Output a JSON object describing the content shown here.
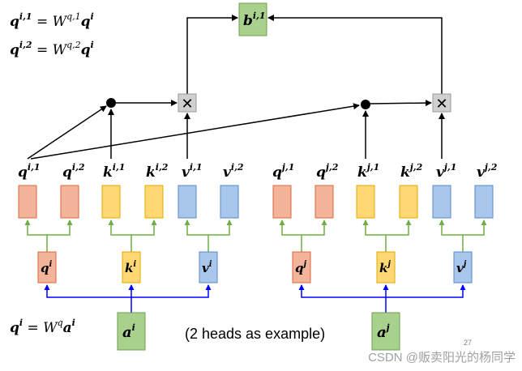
{
  "equations": {
    "eq1_lhs": "q",
    "eq1_lhs_sup": "i,1",
    "eq1_mid": " = W",
    "eq1_mid_sup": "q,1",
    "eq1_rhs": "q",
    "eq1_rhs_sup": "i",
    "eq2_lhs": "q",
    "eq2_lhs_sup": "i,2",
    "eq2_mid": " = W",
    "eq2_mid_sup": "q,2",
    "eq2_rhs": "q",
    "eq2_rhs_sup": "i",
    "eq3_lhs": "q",
    "eq3_lhs_sup": "i",
    "eq3_mid": " = W",
    "eq3_mid_sup": "q",
    "eq3_rhs": "a",
    "eq3_rhs_sup": "i"
  },
  "output": {
    "base": "b",
    "sup": "i,1"
  },
  "heads_i": [
    {
      "base": "q",
      "sup": "i,1"
    },
    {
      "base": "q",
      "sup": "i,2"
    },
    {
      "base": "k",
      "sup": "i,1"
    },
    {
      "base": "k",
      "sup": "i,2"
    },
    {
      "base": "v",
      "sup": "i,1"
    },
    {
      "base": "v",
      "sup": "i,2"
    }
  ],
  "heads_j": [
    {
      "base": "q",
      "sup": "j,1"
    },
    {
      "base": "q",
      "sup": "j,2"
    },
    {
      "base": "k",
      "sup": "j,1"
    },
    {
      "base": "k",
      "sup": "j,2"
    },
    {
      "base": "v",
      "sup": "j,1"
    },
    {
      "base": "v",
      "sup": "j,2"
    }
  ],
  "mid_i": [
    {
      "base": "q",
      "sup": "i"
    },
    {
      "base": "k",
      "sup": "i"
    },
    {
      "base": "v",
      "sup": "i"
    }
  ],
  "mid_j": [
    {
      "base": "q",
      "sup": "j"
    },
    {
      "base": "k",
      "sup": "j"
    },
    {
      "base": "v",
      "sup": "j"
    }
  ],
  "inputs": [
    {
      "base": "a",
      "sup": "i"
    },
    {
      "base": "a",
      "sup": "j"
    }
  ],
  "multiply_symbol": "✕",
  "caption": "(2 heads as example)",
  "slide_number": "27",
  "watermark": "CSDN @贩卖阳光的杨同学",
  "colors": {
    "q_fill": "#f4b49a",
    "q_stroke": "#d9693f",
    "k_fill": "#ffd874",
    "k_stroke": "#e0a800",
    "v_fill": "#a9c6ec",
    "v_stroke": "#5a89c7",
    "a_fill": "#a9d18e",
    "a_stroke": "#6f9e4f",
    "green_line": "#70ad47",
    "blue_line": "#0000ff"
  }
}
